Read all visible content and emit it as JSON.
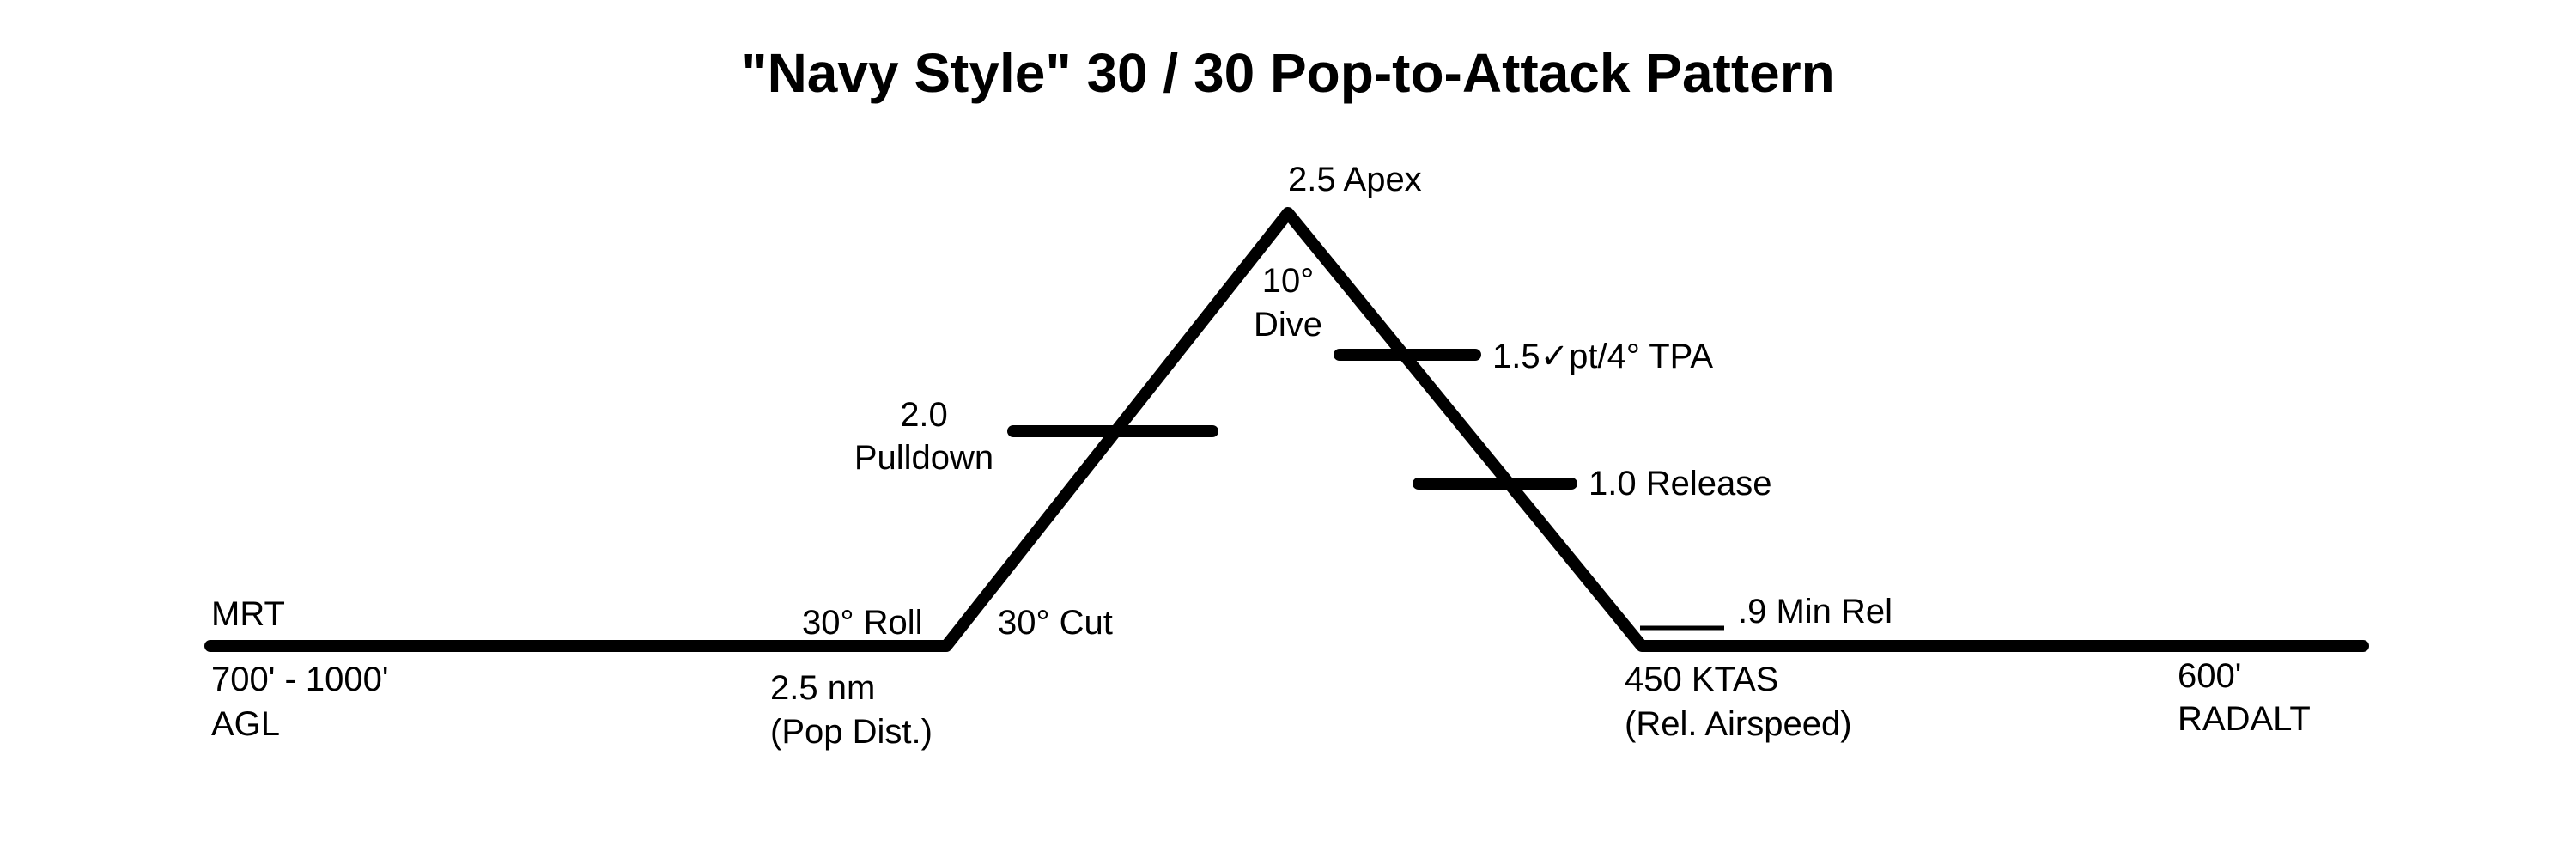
{
  "title": "\"Navy Style\" 30 / 30 Pop-to-Attack Pattern",
  "colors": {
    "line": "#000000",
    "background": "#ffffff"
  },
  "labels": {
    "mrt": "MRT",
    "ingress_altitude": [
      "700' - 1000'",
      "AGL"
    ],
    "roll": "30° Roll",
    "cut": "30° Cut",
    "pop_distance": [
      "2.5 nm",
      "(Pop Dist.)"
    ],
    "pulldown": [
      "2.0",
      "Pulldown"
    ],
    "apex": "2.5 Apex",
    "dive": [
      "10°",
      "Dive"
    ],
    "tpa": "1.5✓pt/4° TPA",
    "release": "1.0 Release",
    "min_release_mark": "____",
    "min_release": ".9 Min Rel",
    "release_airspeed": [
      "450 KTAS",
      "(Rel. Airspeed)"
    ],
    "egress_altitude": [
      "600'",
      "RADALT"
    ]
  }
}
